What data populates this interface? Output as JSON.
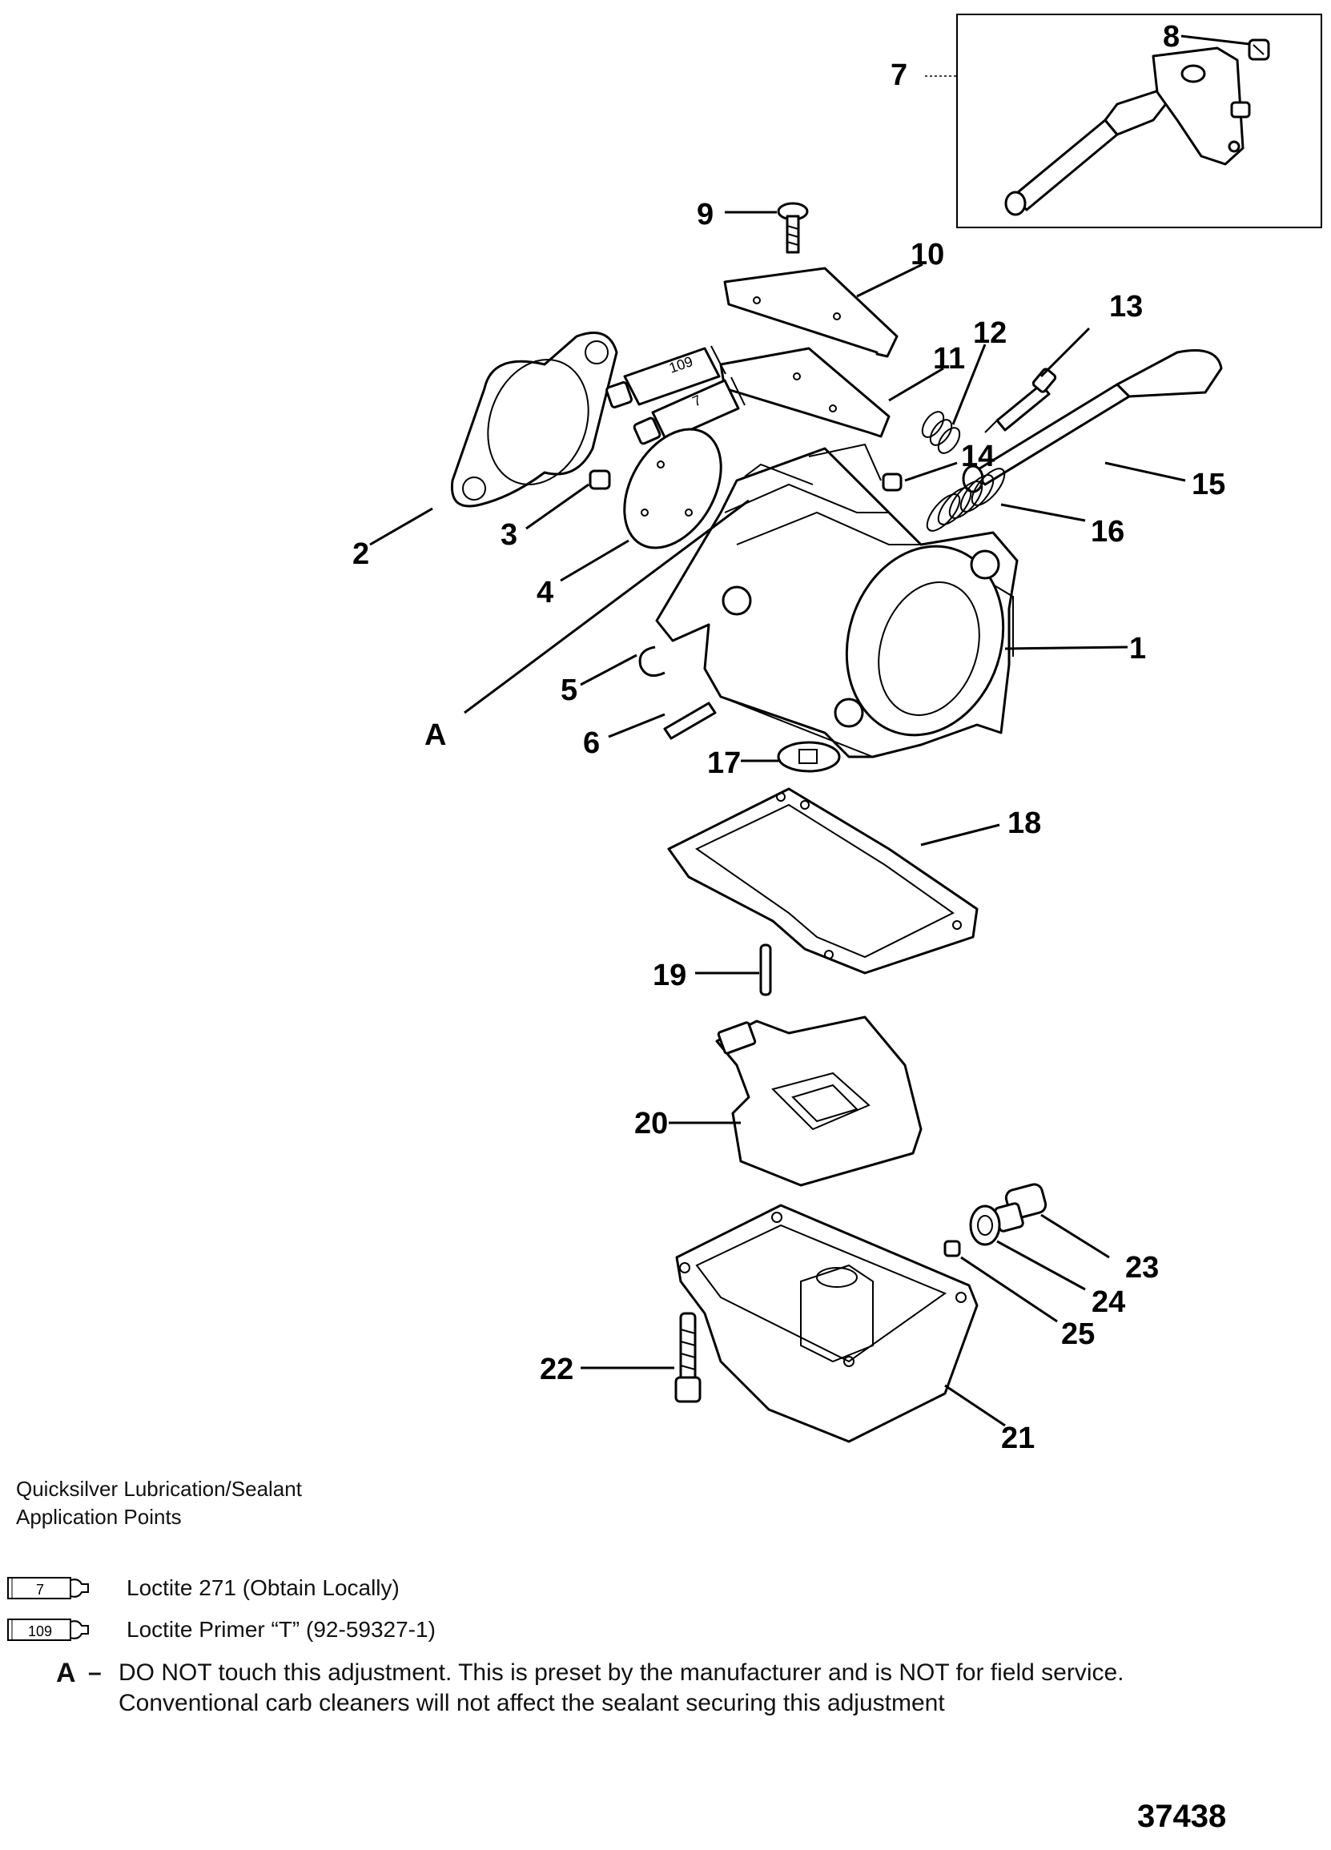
{
  "callouts": {
    "c1": "1",
    "c2": "2",
    "c3": "3",
    "c4": "4",
    "c5": "5",
    "c6": "6",
    "c7": "7",
    "c8": "8",
    "c9": "9",
    "c10": "10",
    "c11": "11",
    "c12": "12",
    "c13": "13",
    "c14": "14",
    "c15": "15",
    "c16": "16",
    "c17": "17",
    "c18": "18",
    "c19": "19",
    "c20": "20",
    "c21": "21",
    "c22": "22",
    "c23": "23",
    "c24": "24",
    "c25": "25",
    "cA": "A"
  },
  "tubes": {
    "t109": "109",
    "t7": "7"
  },
  "legend": {
    "heading_line1": "Quicksilver Lubrication/Sealant",
    "heading_line2": "Application Points",
    "items": [
      {
        "code": "7",
        "text": "Loctite 271 (Obtain Locally)"
      },
      {
        "code": "109",
        "text": "Loctite  Primer “T” (92-59327-1)"
      }
    ]
  },
  "note": {
    "key": "A",
    "separator": "–",
    "line1": "DO NOT touch this adjustment. This is preset by the manufacturer and is NOT for field service.",
    "line2": "Conventional carb cleaners will not affect the sealant securing this adjustment"
  },
  "figure_number": "37438"
}
